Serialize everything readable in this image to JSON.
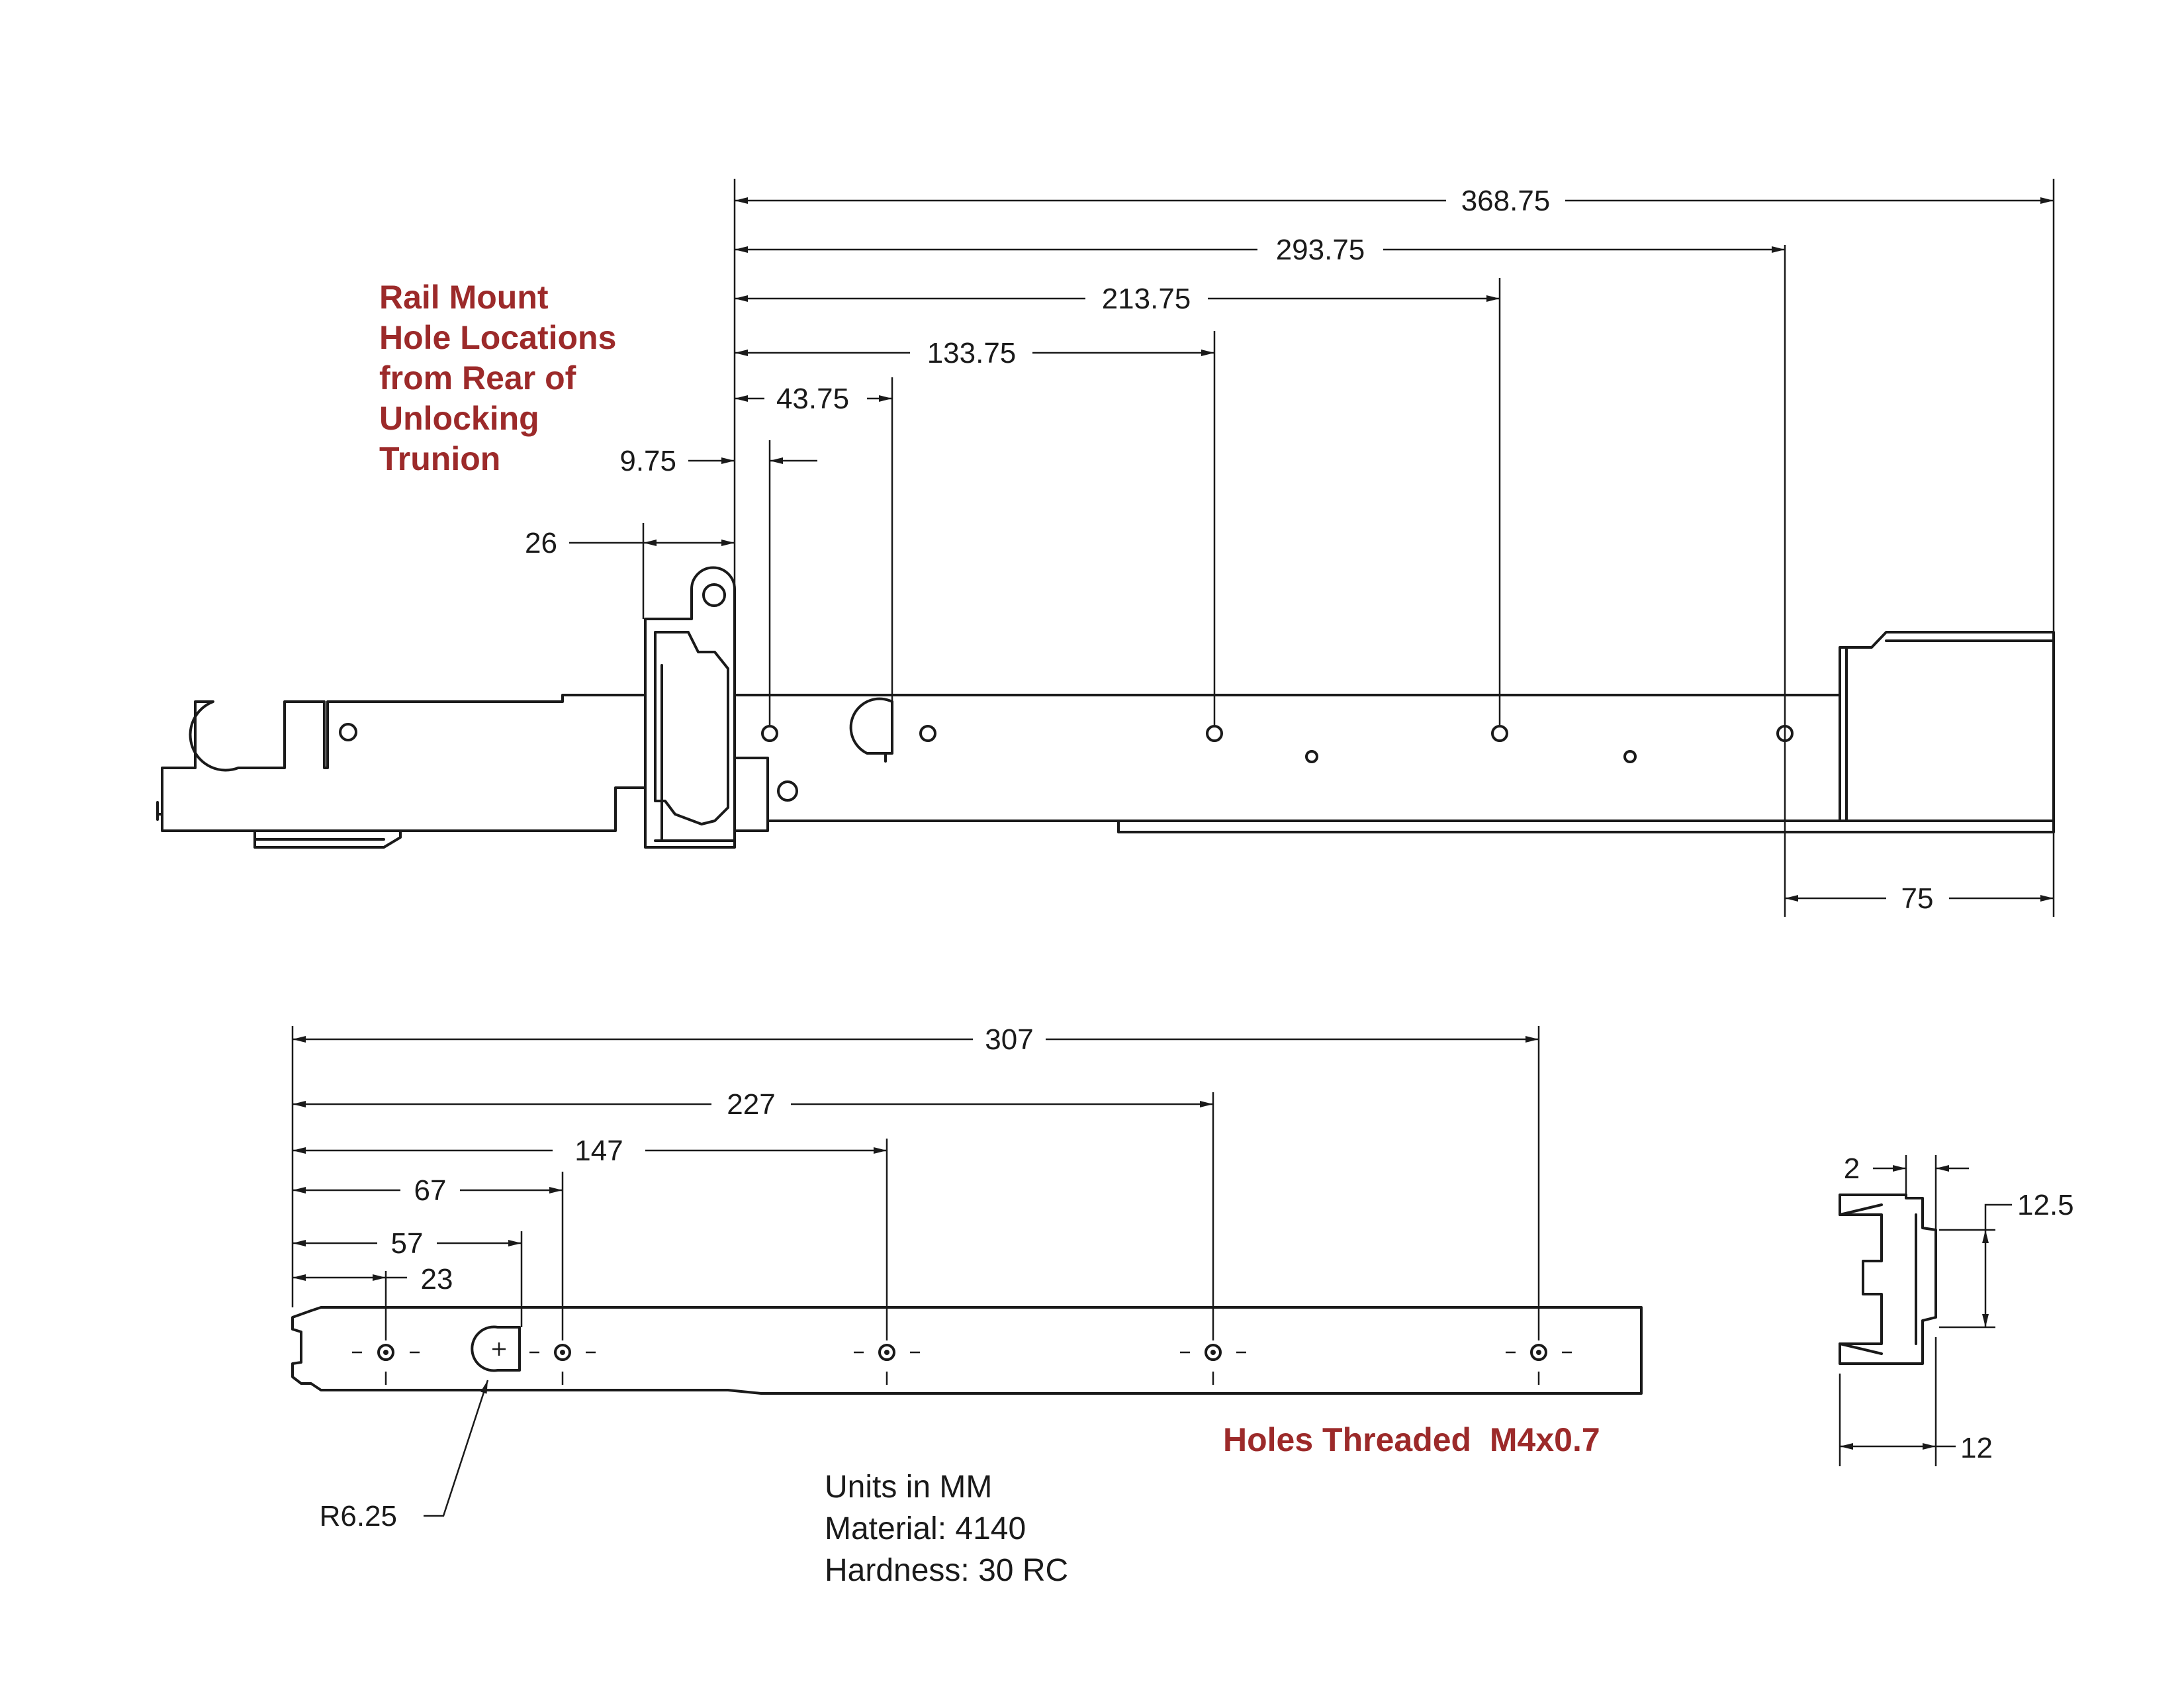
{
  "colors": {
    "ink": "#1a1a1a",
    "note": "#9c2a2a",
    "paper": "#ffffff"
  },
  "notes": {
    "rail_mount": [
      "Rail Mount",
      "Hole Locations",
      "from Rear of",
      "Unlocking",
      "Trunion"
    ],
    "holes_threaded": "Holes Threaded  M4x0.7"
  },
  "specs": [
    "Units in MM",
    "Material: 4140",
    "Hardness: 30 RC"
  ],
  "top_view": {
    "dimensions": {
      "d368": "368.75",
      "d293": "293.75",
      "d213": "213.75",
      "d133": "133.75",
      "d43": "43.75",
      "d9": "9.75",
      "d26": "26",
      "d75": "75"
    }
  },
  "bottom_view": {
    "dimensions": {
      "d307": "307",
      "d227": "227",
      "d147": "147",
      "d67": "67",
      "d57": "57",
      "d23": "23",
      "r625": "R6.25"
    }
  },
  "end_view": {
    "dimensions": {
      "d2": "2",
      "d125": "12.5",
      "d12": "12"
    }
  }
}
